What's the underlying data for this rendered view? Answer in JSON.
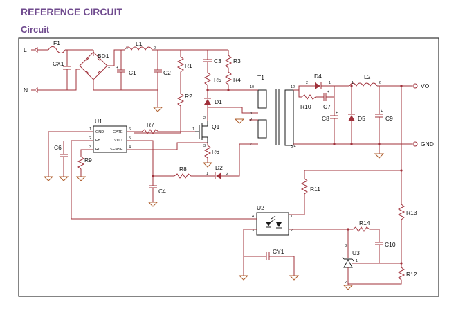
{
  "header": {
    "title": "REFERENCE CIRCUIT",
    "subtitle": "Circuit"
  },
  "colors": {
    "title": "#6f4a8e",
    "wire": "#a0303a",
    "ground": "#b06030",
    "border": "#333333"
  },
  "terminals": {
    "line": "L",
    "neutral": "N",
    "output": "VO",
    "ground": "GND"
  },
  "components": {
    "F1": "F1",
    "CX1": "CX1",
    "BD1": "BD1",
    "L1": "L1",
    "C1": "C1",
    "C2": "C2",
    "R1": "R1",
    "R2": "R2",
    "C3": "C3",
    "R3": "R3",
    "R4": "R4",
    "R5": "R5",
    "D1": "D1",
    "T1": "T1",
    "D4": "D4",
    "L2": "L2",
    "R10": "R10",
    "C7": "C7",
    "C8": "C8",
    "D5": "D5",
    "C9": "C9",
    "U1": "U1",
    "R7": "R7",
    "Q1": "Q1",
    "C6": "C6",
    "R9": "R9",
    "R6": "R6",
    "R8": "R8",
    "D2": "D2",
    "C4": "C4",
    "R11": "R11",
    "R13": "R13",
    "U2": "U2",
    "R14": "R14",
    "C10": "C10",
    "U3": "U3",
    "CY1": "CY1",
    "R12": "R12"
  },
  "u1_pins": {
    "gnd": "GND",
    "gate": "GATE",
    "fb": "FB",
    "vdd": "VDD",
    "ri": "RI",
    "sense": "SENSE"
  },
  "pin_numbers": {
    "u1_1": "1",
    "u1_2": "2",
    "u1_3": "3",
    "u1_4": "4",
    "u1_5": "5",
    "u1_6": "6",
    "t1_10": "10",
    "t1_12": "12",
    "t1_8": "8",
    "t1_9": "9",
    "t1_7": "7",
    "t1_34": "3,4",
    "d4_2": "2",
    "d4_1": "1",
    "l2_1": "1",
    "l2_2": "2",
    "l1_1": "1",
    "l1_2": "2",
    "u2_1": "1",
    "u2_2": "2",
    "u2_3": "3",
    "u2_4": "4",
    "q1_1": "1",
    "q1_2": "2",
    "q1_3": "3",
    "d2_1": "1",
    "d2_2": "2",
    "u3_1": "1",
    "u3_2": "2",
    "u3_3": "3"
  },
  "polarity": {
    "c1": "+",
    "c7": "+",
    "c8": "+",
    "c9": "+",
    "bd_plus": "+",
    "bd_minus": "-"
  }
}
